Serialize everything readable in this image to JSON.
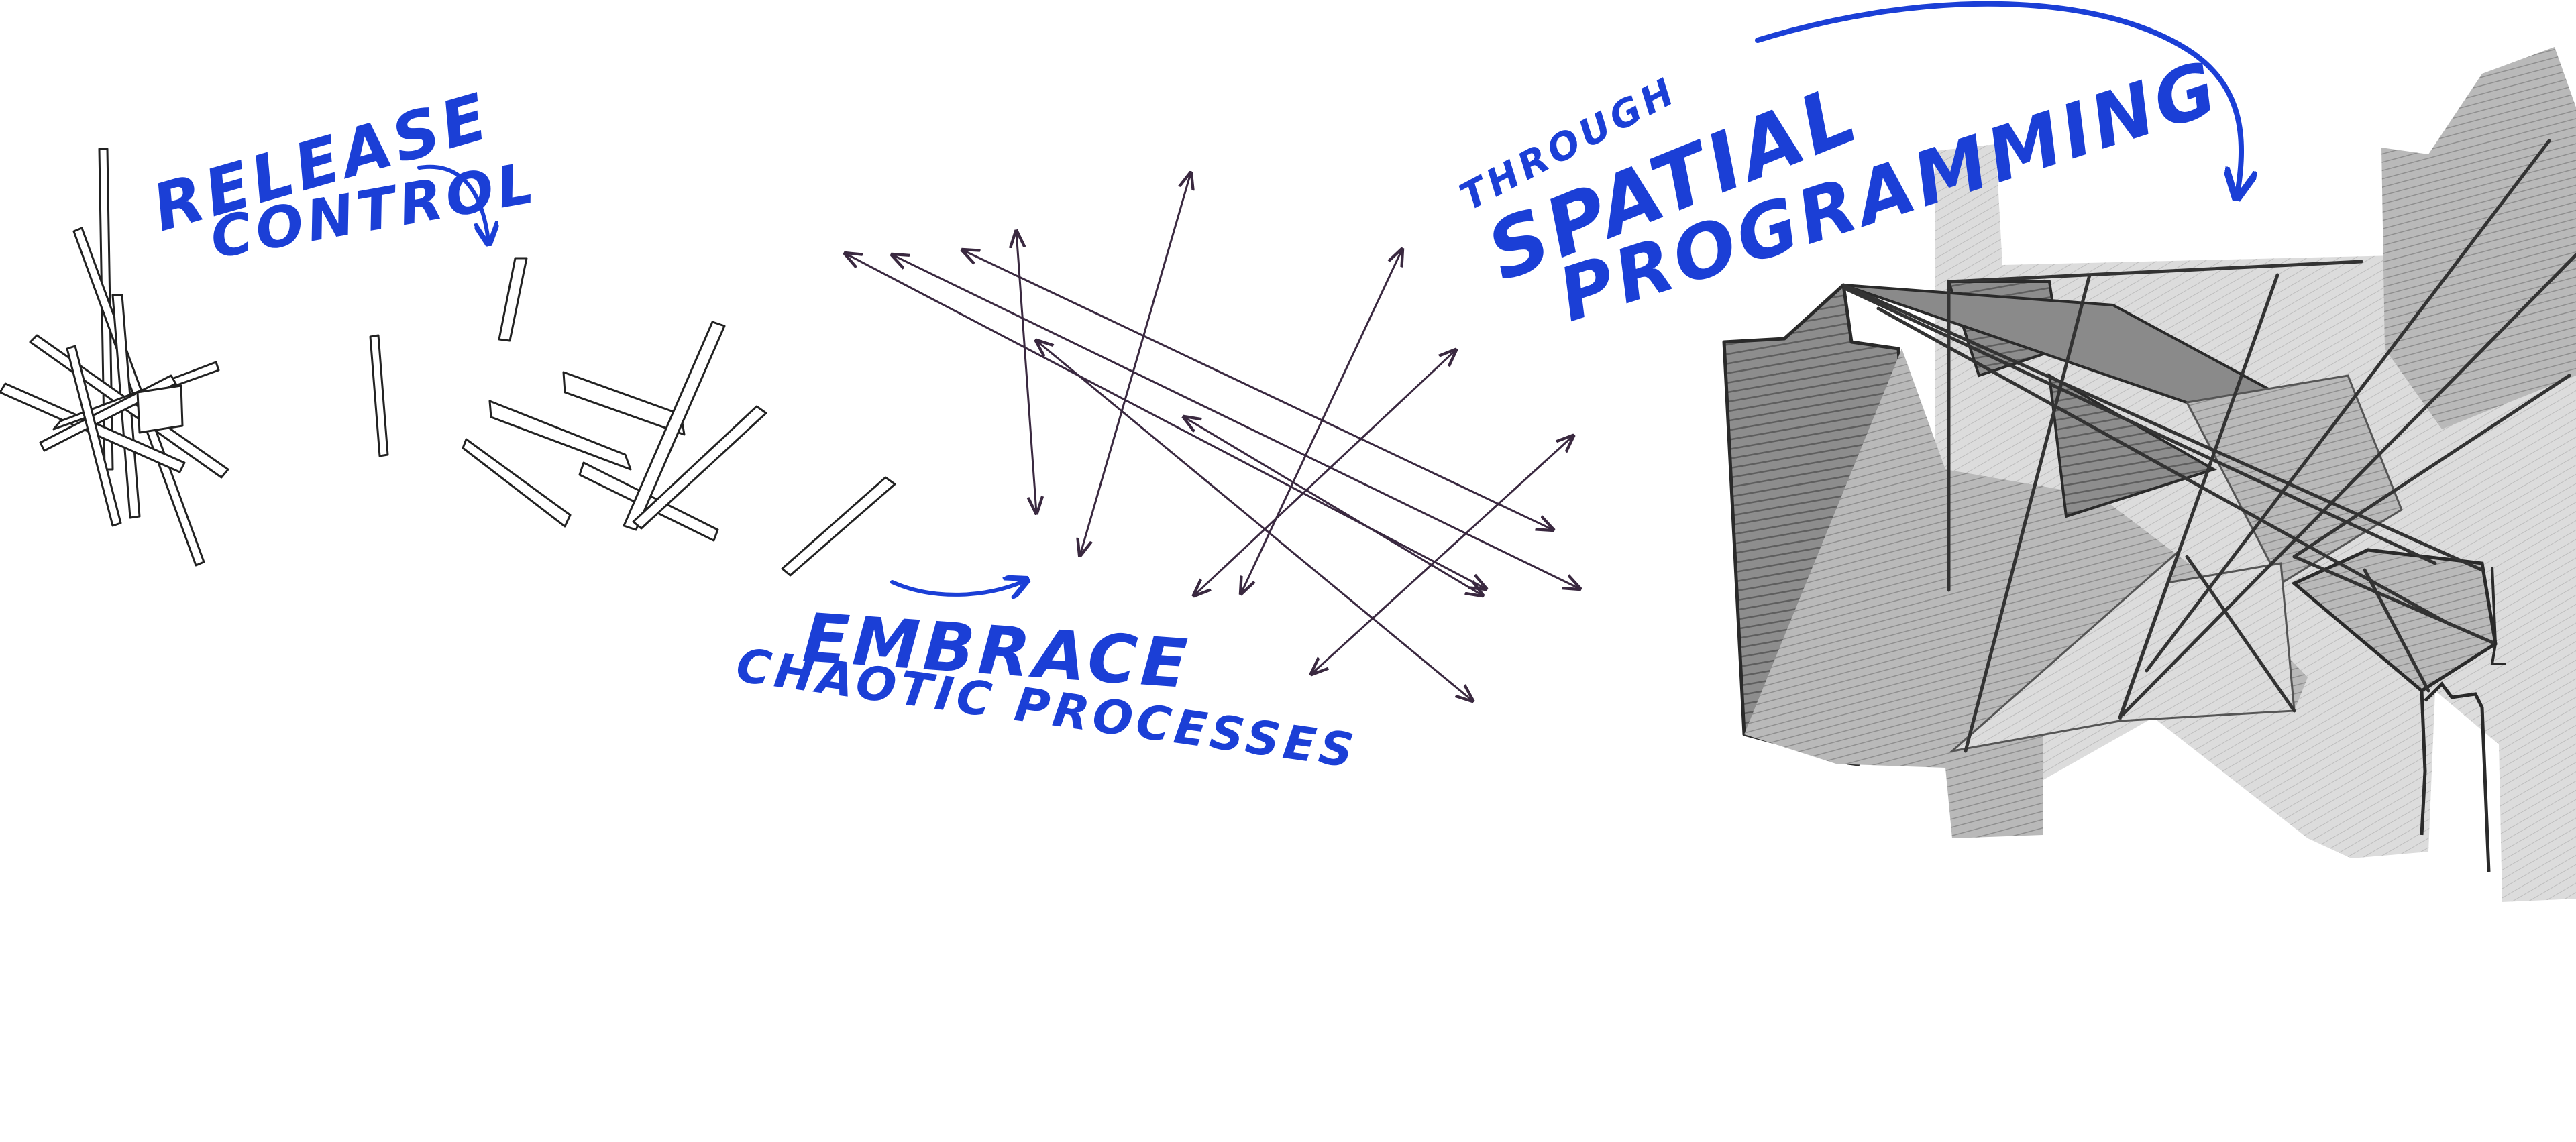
{
  "labels": {
    "release_line1": "RELEASE",
    "release_line2": "CONTROL",
    "embrace_line1": "EMBRACE",
    "embrace_line2": "CHAOTIC PROCESSES",
    "spatial_line1": "THROUGH",
    "spatial_line2": "SPATIAL",
    "spatial_line3": "PROGRAMMING"
  },
  "colors": {
    "annotation_ink": "#1b3fd6",
    "vector_ink": "#3a2940",
    "pencil_dark": "#6f6f6f",
    "pencil_mid": "#a9a9a9",
    "pencil_light": "#d4d4d4",
    "outline": "#2a2a2a"
  },
  "sections": [
    {
      "name": "scattered-sticks",
      "icon": "stick-cluster-icon"
    },
    {
      "name": "chaotic-vectors",
      "icon": "arrow-field-icon"
    },
    {
      "name": "spatial-plan",
      "icon": "pencil-plan-icon"
    }
  ]
}
